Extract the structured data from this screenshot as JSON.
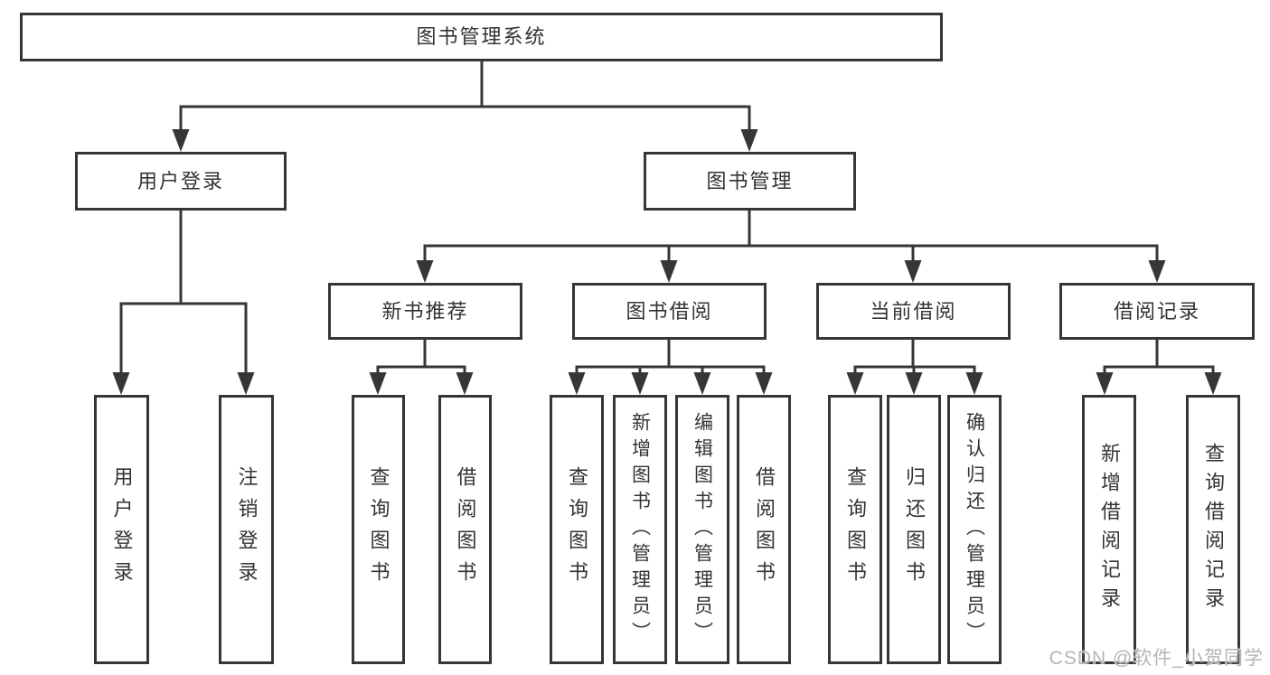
{
  "diagram_title": "图书管理系统",
  "tree": {
    "label": "图书管理系统",
    "children": [
      {
        "label": "用户登录",
        "children": [
          {
            "label": "用户登录"
          },
          {
            "label": "注销登录"
          }
        ]
      },
      {
        "label": "图书管理",
        "children": [
          {
            "label": "新书推荐",
            "children": [
              {
                "label": "查询图书"
              },
              {
                "label": "借阅图书"
              }
            ]
          },
          {
            "label": "图书借阅",
            "children": [
              {
                "label": "查询图书"
              },
              {
                "label": "新增图书（管理员）"
              },
              {
                "label": "编辑图书（管理员）"
              },
              {
                "label": "借阅图书"
              }
            ]
          },
          {
            "label": "当前借阅",
            "children": [
              {
                "label": "查询图书"
              },
              {
                "label": "归还图书"
              },
              {
                "label": "确认归还（管理员）"
              }
            ]
          },
          {
            "label": "借阅记录",
            "children": [
              {
                "label": "新增借阅记录"
              },
              {
                "label": "查询借阅记录"
              }
            ]
          }
        ]
      }
    ]
  },
  "watermark": "CSDN @软件_小贺同学",
  "colors": {
    "line": "#363636",
    "box_border": "#363636",
    "text": "#333333",
    "background": "#ffffff",
    "watermark": "#b5b5b5"
  }
}
